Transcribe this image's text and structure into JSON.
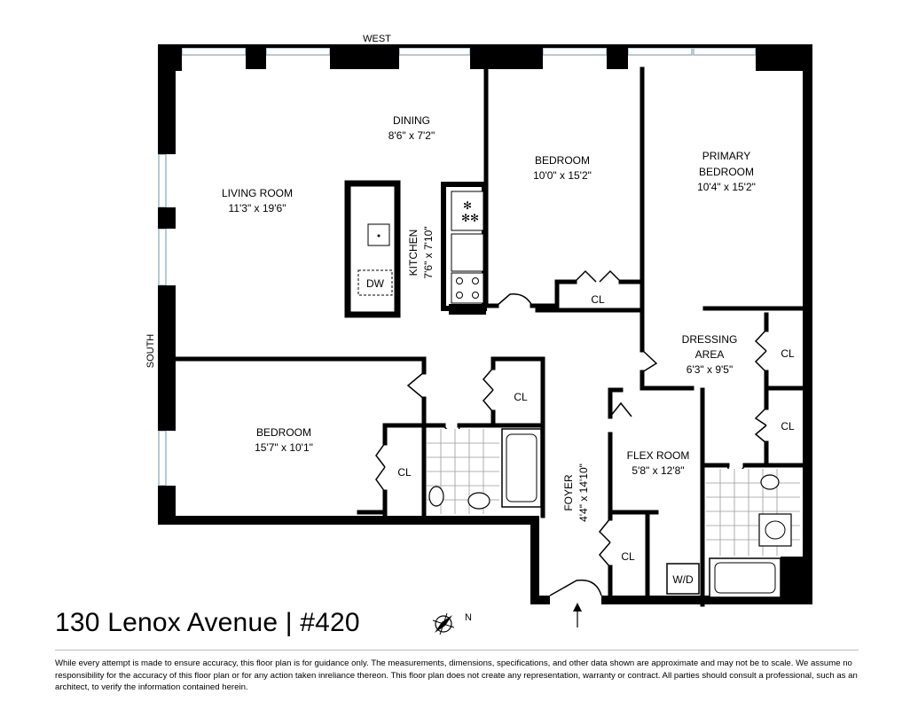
{
  "directions": {
    "west": "WEST",
    "south": "SOUTH",
    "north": "N"
  },
  "rooms": {
    "living_room": {
      "name": "LIVING ROOM",
      "dims": "11'3\" x 19'6\""
    },
    "dining": {
      "name": "DINING",
      "dims": "8'6\" x 7'2\""
    },
    "kitchen": {
      "name": "KITCHEN",
      "dims": "7'6\" x 7'10\""
    },
    "bedroom_2": {
      "name": "BEDROOM",
      "dims": "10'0\" x 15'2\""
    },
    "primary_bedroom": {
      "name_line1": "PRIMARY",
      "name_line2": "BEDROOM",
      "dims": "10'4\" x 15'2\""
    },
    "dressing_area": {
      "name_line1": "DRESSING",
      "name_line2": "AREA",
      "dims": "6'3\" x 9'5\""
    },
    "bedroom_1": {
      "name": "BEDROOM",
      "dims": "15'7\" x 10'1\""
    },
    "foyer": {
      "name": "FOYER",
      "dims": "4'4\" x 14'10\""
    },
    "flex_room": {
      "name": "FLEX ROOM",
      "dims": "5'8\" x 12'8\""
    }
  },
  "fixtures": {
    "closet": "CL",
    "dishwasher": "DW",
    "washer_dryer": "W/D"
  },
  "title": "130 Lenox Avenue | #420",
  "disclaimer": "While every attempt is made to ensure accuracy, this floor plan is for guidance only. The measurements, dimensions, specifications, and other data shown are approximate and may not be to scale.  We assume no responsibility for the accuracy of this floor plan or for any action taken inreliance thereon. This floor plan does not create any representation, warranty or contract. All parties should consult a professional, such as an architect, to verify the information contained herein."
}
